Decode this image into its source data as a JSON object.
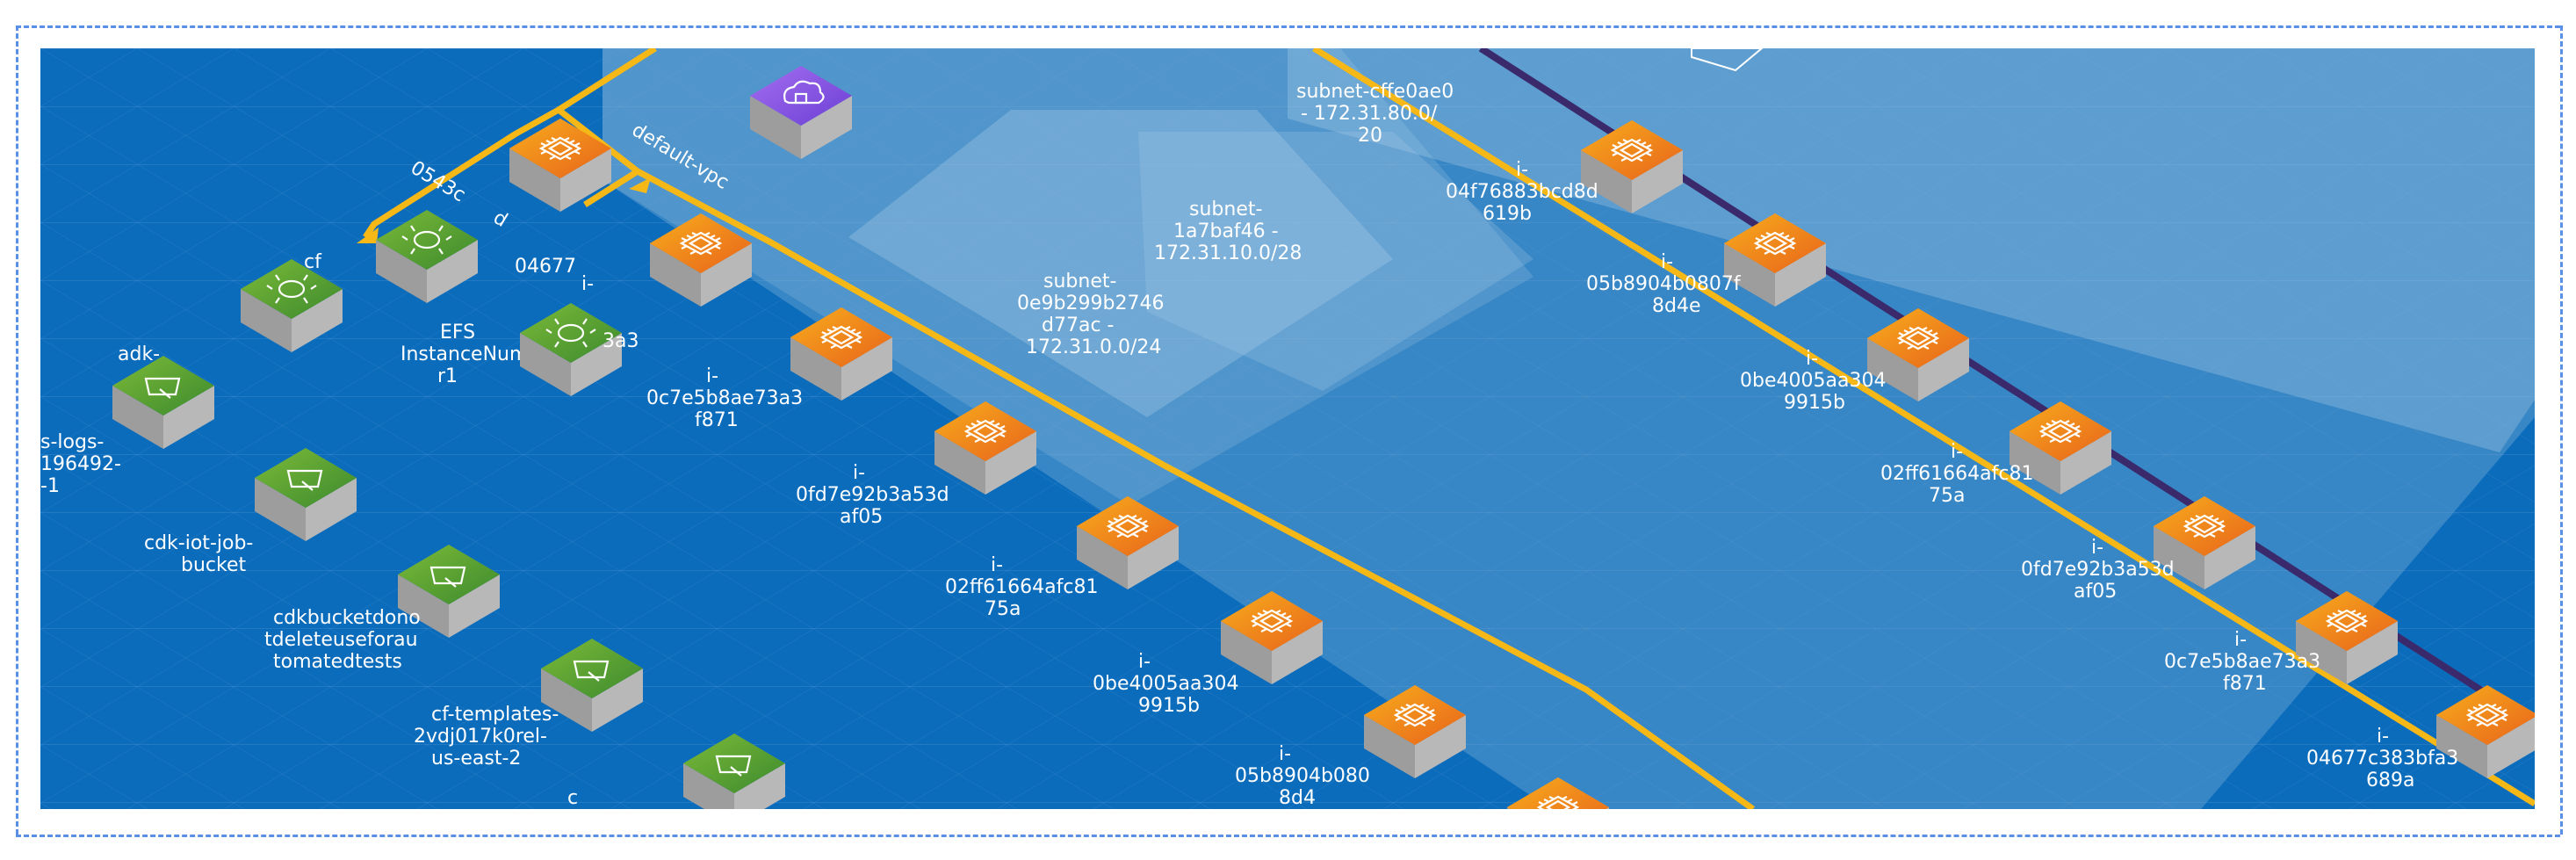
{
  "canvas": {
    "background": "#0c6cbc",
    "region_fill": "#7fb1d6",
    "link_color": "#f6b817",
    "link_color_2": "#3a2a6b"
  },
  "vpc": {
    "label": "default-vpc"
  },
  "subnets": [
    {
      "label": [
        "subnet-",
        "0e9b299b2746",
        "d77ac -",
        "172.31.0.0/24"
      ]
    },
    {
      "label": [
        "subnet-",
        "1a7baf46 -",
        "172.31.10.0/28"
      ]
    },
    {
      "label": [
        "subnet-cffe0ae0",
        "- 172.31.80.0/",
        "20"
      ]
    }
  ],
  "left_nodes": [
    {
      "label": [
        "0543c",
        "d"
      ],
      "type": "ec2"
    },
    {
      "label": [
        "EFS",
        "InstanceNumbe",
        "r1"
      ],
      "type": "efs"
    },
    {
      "label": [
        "cf",
        ""
      ],
      "type": "efs"
    },
    {
      "label": [
        "adk-",
        "",
        "s-logs-",
        "196492-",
        "-1"
      ],
      "type": "s3"
    },
    {
      "label": [
        "cdk-iot-job-",
        "bucket"
      ],
      "type": "s3"
    },
    {
      "label": [
        "cdkbucketdono",
        "tdeleteuseforau",
        "tomatedtests"
      ],
      "type": "s3"
    },
    {
      "label": [
        "cf-templates-",
        "2vdj017k0rel-",
        "us-east-2"
      ],
      "type": "s3"
    },
    {
      "label": [
        "c"
      ],
      "type": "s3"
    }
  ],
  "middle_chain": [
    {
      "label": [
        "i-",
        "04677",
        "3a3"
      ]
    },
    {
      "label": [
        "i-",
        "0c7e5b8ae73a3",
        "f871"
      ]
    },
    {
      "label": [
        "i-",
        "0fd7e92b3a53d",
        "af05"
      ]
    },
    {
      "label": [
        "i-",
        "02ff61664afc81",
        "75a"
      ]
    },
    {
      "label": [
        "i-",
        "0be4005aa304",
        "9915b"
      ]
    },
    {
      "label": [
        "i-",
        "05b8904b080",
        "8d4"
      ]
    }
  ],
  "right_chain": [
    {
      "label": [
        "i-",
        "04f76883bcd8d",
        "619b"
      ]
    },
    {
      "label": [
        "i-",
        "05b8904b0807f",
        "8d4e"
      ]
    },
    {
      "label": [
        "i-",
        "0be4005aa304",
        "9915b"
      ]
    },
    {
      "label": [
        "i-",
        "02ff61664afc81",
        "75a"
      ]
    },
    {
      "label": [
        "i-",
        "0fd7e92b3a53d",
        "af05"
      ]
    },
    {
      "label": [
        "i-",
        "0c7e5b8ae73a3",
        "f871"
      ]
    },
    {
      "label": [
        "i-",
        "04677c383bfa3",
        "689a"
      ]
    }
  ]
}
